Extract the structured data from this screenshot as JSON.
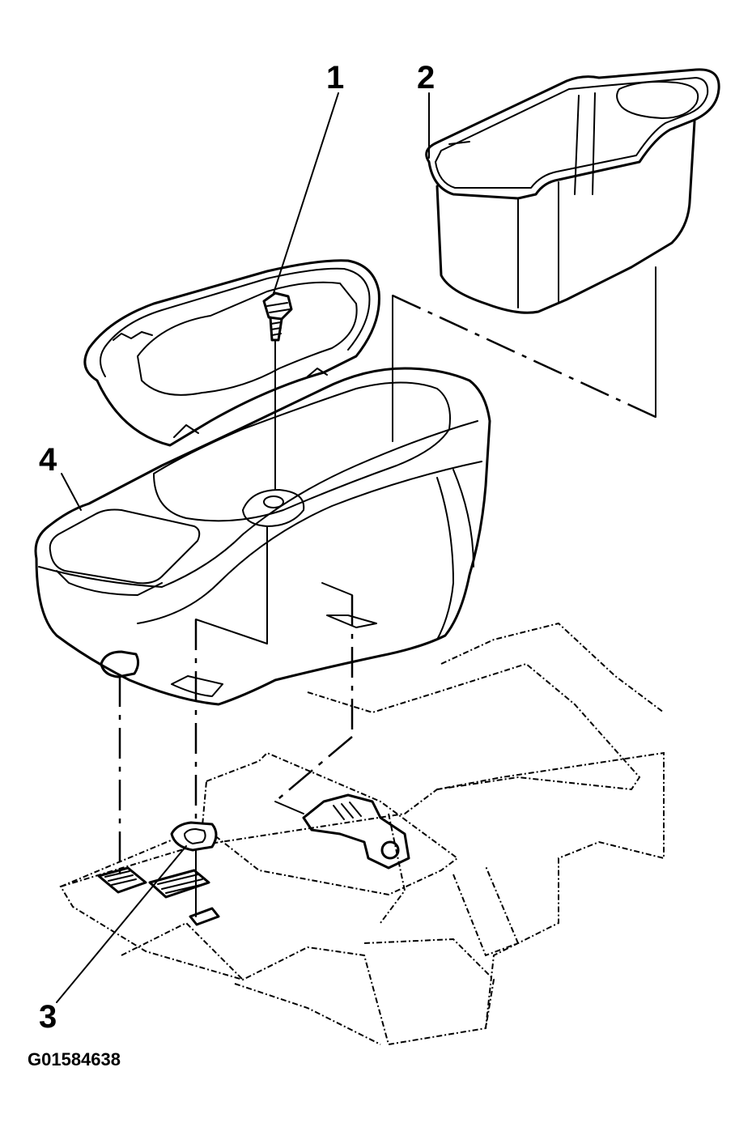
{
  "diagram": {
    "callouts": {
      "bolt": "1",
      "storage_insert": "2",
      "retainer": "3",
      "console": "4"
    },
    "figure_id": "G01584638"
  }
}
